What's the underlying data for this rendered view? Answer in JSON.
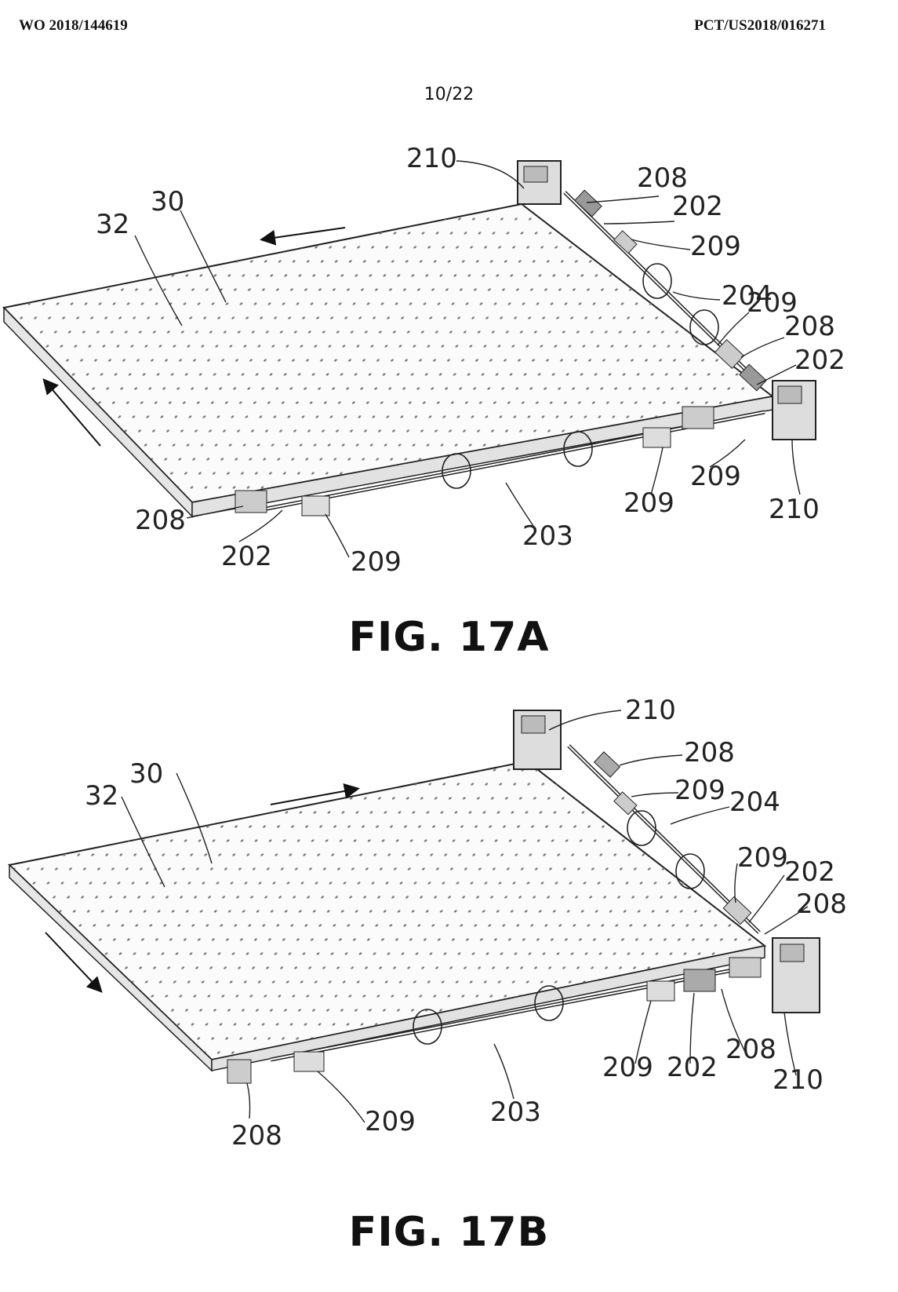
{
  "header": {
    "left": "WO 2018/144619",
    "right": "PCT/US2018/016271"
  },
  "sheet_number": "10/22",
  "figures": [
    {
      "caption": "FIG. 17A",
      "labels": [
        {
          "id": "a-210-top",
          "text": "210"
        },
        {
          "id": "a-208-top",
          "text": "208"
        },
        {
          "id": "a-202-top",
          "text": "202"
        },
        {
          "id": "a-209-r1",
          "text": "209"
        },
        {
          "id": "a-204",
          "text": "204"
        },
        {
          "id": "a-209-r2",
          "text": "209"
        },
        {
          "id": "a-208-r",
          "text": "208"
        },
        {
          "id": "a-202-r",
          "text": "202"
        },
        {
          "id": "a-32",
          "text": "32"
        },
        {
          "id": "a-30",
          "text": "30"
        },
        {
          "id": "a-209-b1",
          "text": "209"
        },
        {
          "id": "a-209-b2",
          "text": "209"
        },
        {
          "id": "a-210-b",
          "text": "210"
        },
        {
          "id": "a-208-l",
          "text": "208"
        },
        {
          "id": "a-202-l",
          "text": "202"
        },
        {
          "id": "a-209-l",
          "text": "209"
        },
        {
          "id": "a-203",
          "text": "203"
        }
      ]
    },
    {
      "caption": "FIG. 17B",
      "labels": [
        {
          "id": "b-210-top",
          "text": "210"
        },
        {
          "id": "b-208-top",
          "text": "208"
        },
        {
          "id": "b-209-r1",
          "text": "209"
        },
        {
          "id": "b-204",
          "text": "204"
        },
        {
          "id": "b-32",
          "text": "32"
        },
        {
          "id": "b-30",
          "text": "30"
        },
        {
          "id": "b-209-r2",
          "text": "209"
        },
        {
          "id": "b-202-r",
          "text": "202"
        },
        {
          "id": "b-208-r",
          "text": "208"
        },
        {
          "id": "b-208-b",
          "text": "208"
        },
        {
          "id": "b-209-b",
          "text": "209"
        },
        {
          "id": "b-202-b",
          "text": "202"
        },
        {
          "id": "b-210-b",
          "text": "210"
        },
        {
          "id": "b-208-l",
          "text": "208"
        },
        {
          "id": "b-209-l",
          "text": "209"
        },
        {
          "id": "b-203",
          "text": "203"
        }
      ]
    }
  ]
}
